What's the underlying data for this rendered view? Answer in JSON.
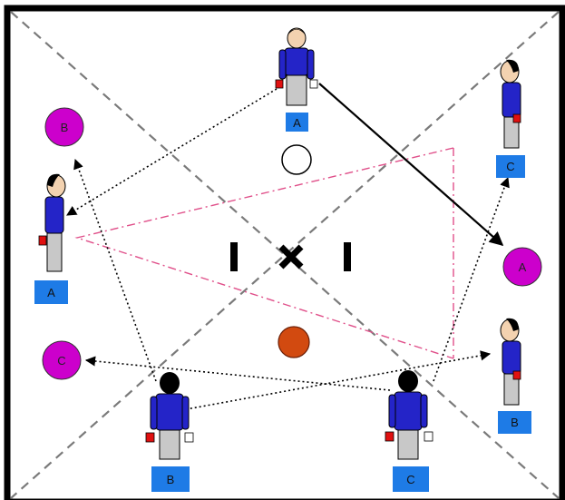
{
  "diagram": {
    "colors": {
      "frame": "#000000",
      "diagonal": "#7a7a7a",
      "pass_arrow": "#000000",
      "pink_lines": "#e0508a",
      "cone_fill": "#cc00cc",
      "tag_fill": "#1e7be6",
      "ball_orange": "#d24a10",
      "ball_white": "#ffffff",
      "player_shirt": "#2424c8",
      "player_pants": "#c8c8c8",
      "card_red": "#e01010"
    },
    "cones": [
      {
        "id": "cone-b",
        "label": "B"
      },
      {
        "id": "cone-a",
        "label": "A"
      },
      {
        "id": "cone-c",
        "label": "C"
      }
    ],
    "players": [
      {
        "id": "player-top",
        "tag": "A",
        "pose": "front"
      },
      {
        "id": "player-left",
        "tag": "A",
        "pose": "side"
      },
      {
        "id": "player-right-top",
        "tag": "C",
        "pose": "side"
      },
      {
        "id": "player-right-bottom",
        "tag": "B",
        "pose": "side"
      },
      {
        "id": "player-bottom-left",
        "tag": "B",
        "pose": "back"
      },
      {
        "id": "player-bottom-right",
        "tag": "C",
        "pose": "back"
      }
    ],
    "center_marks": {
      "left_bar": "I",
      "cross": "✕",
      "right_bar": "I"
    },
    "icons": [
      "white-ball-icon",
      "orange-ball-icon",
      "red-card-icon",
      "white-card-icon"
    ]
  }
}
